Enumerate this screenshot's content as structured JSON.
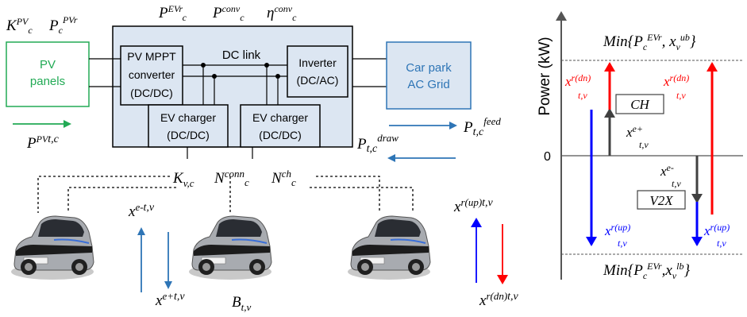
{
  "left_diagram": {
    "top_vars": {
      "p_evr": "P",
      "p_evr_sup": "EVr",
      "p_evr_sub": "c",
      "p_conv": "P",
      "p_conv_sup": "conv",
      "p_conv_sub": "c",
      "eta": "η",
      "eta_sup": "conv",
      "eta_sub": "c"
    },
    "pv_vars": {
      "k": "K",
      "k_sup": "PV",
      "k_sub": "c",
      "p": "P",
      "p_sub": "c",
      "p_sup": "PVr"
    },
    "pv_box": {
      "line1": "PV",
      "line2": "panels",
      "color": "#22aa55"
    },
    "mppt_box": {
      "line1": "PV MPPT",
      "line2": "converter",
      "line3": "(DC/DC)"
    },
    "dc_link_label": "DC link",
    "inverter_box": {
      "line1": "Inverter",
      "line2": "(DC/AC)"
    },
    "ev_charger_left": {
      "line1": "EV charger",
      "line2": "(DC/DC)"
    },
    "ev_charger_right": {
      "line1": "EV charger",
      "line2": "(DC/DC)"
    },
    "car_park_box": {
      "line1": "Car park",
      "line2": "AC Grid",
      "color": "#2e75b6"
    },
    "p_pv": {
      "base": "P",
      "sup": "PV",
      "sub": "t,c"
    },
    "p_feed": {
      "base": "P",
      "sub": "t,c",
      "sup": "feed"
    },
    "p_draw": {
      "base": "P",
      "sub": "t,c",
      "sup": "draw"
    },
    "k_vc": {
      "base": "K",
      "sub": "v,c"
    },
    "n_conn": {
      "base": "N",
      "sup": "conn",
      "sub": "c"
    },
    "n_ch": {
      "base": "N",
      "sup": "ch",
      "sub": "c"
    },
    "x_e_minus": {
      "base": "x",
      "sup": "e-",
      "sub": "t,v"
    },
    "x_e_plus": {
      "base": "x",
      "sup": "e+",
      "sub": "t,v"
    },
    "b_tv": {
      "base": "B",
      "sub": "t,v"
    },
    "x_r_up": {
      "base": "x",
      "sup": "r(up)",
      "sub": "t,v"
    },
    "x_r_dn": {
      "base": "x",
      "sup": "r(dn)",
      "sub": "t,v"
    }
  },
  "right_diagram": {
    "y_axis_label": "Power (kW)",
    "zero_label": "0",
    "upper_bound": {
      "func": "Min{",
      "p": "P",
      "p_sub": "c",
      "p_sup": "EVr",
      "sep": ", ",
      "x": "x",
      "x_sub": "v",
      "x_sup": "ub",
      "close": "}"
    },
    "lower_bound": {
      "func": "Min{",
      "p": "P",
      "p_sub": "c",
      "p_sup": "EVr",
      "sep": ",",
      "x": "x",
      "x_sub": "v",
      "x_sup": "lb",
      "close": "}"
    },
    "ch_box": "CH",
    "v2x_box": "V2X",
    "x_r_dn_left": {
      "base": "x",
      "sup": "r(dn)",
      "sub": "t,v"
    },
    "x_r_dn_right": {
      "base": "x",
      "sup": "r(dn)",
      "sub": "t,v"
    },
    "x_e_plus": {
      "base": "x",
      "sup": "e+",
      "sub": "t,v"
    },
    "x_e_minus": {
      "base": "x",
      "sup": "e-",
      "sub": "t,v"
    },
    "x_r_up_left": {
      "base": "x",
      "sup": "r(up)",
      "sub": "t,v"
    },
    "x_r_up_right": {
      "base": "x",
      "sup": "r(up)",
      "sub": "t,v"
    },
    "colors": {
      "red": "#ff0000",
      "blue": "#0000ff",
      "dark": "#404040"
    }
  }
}
